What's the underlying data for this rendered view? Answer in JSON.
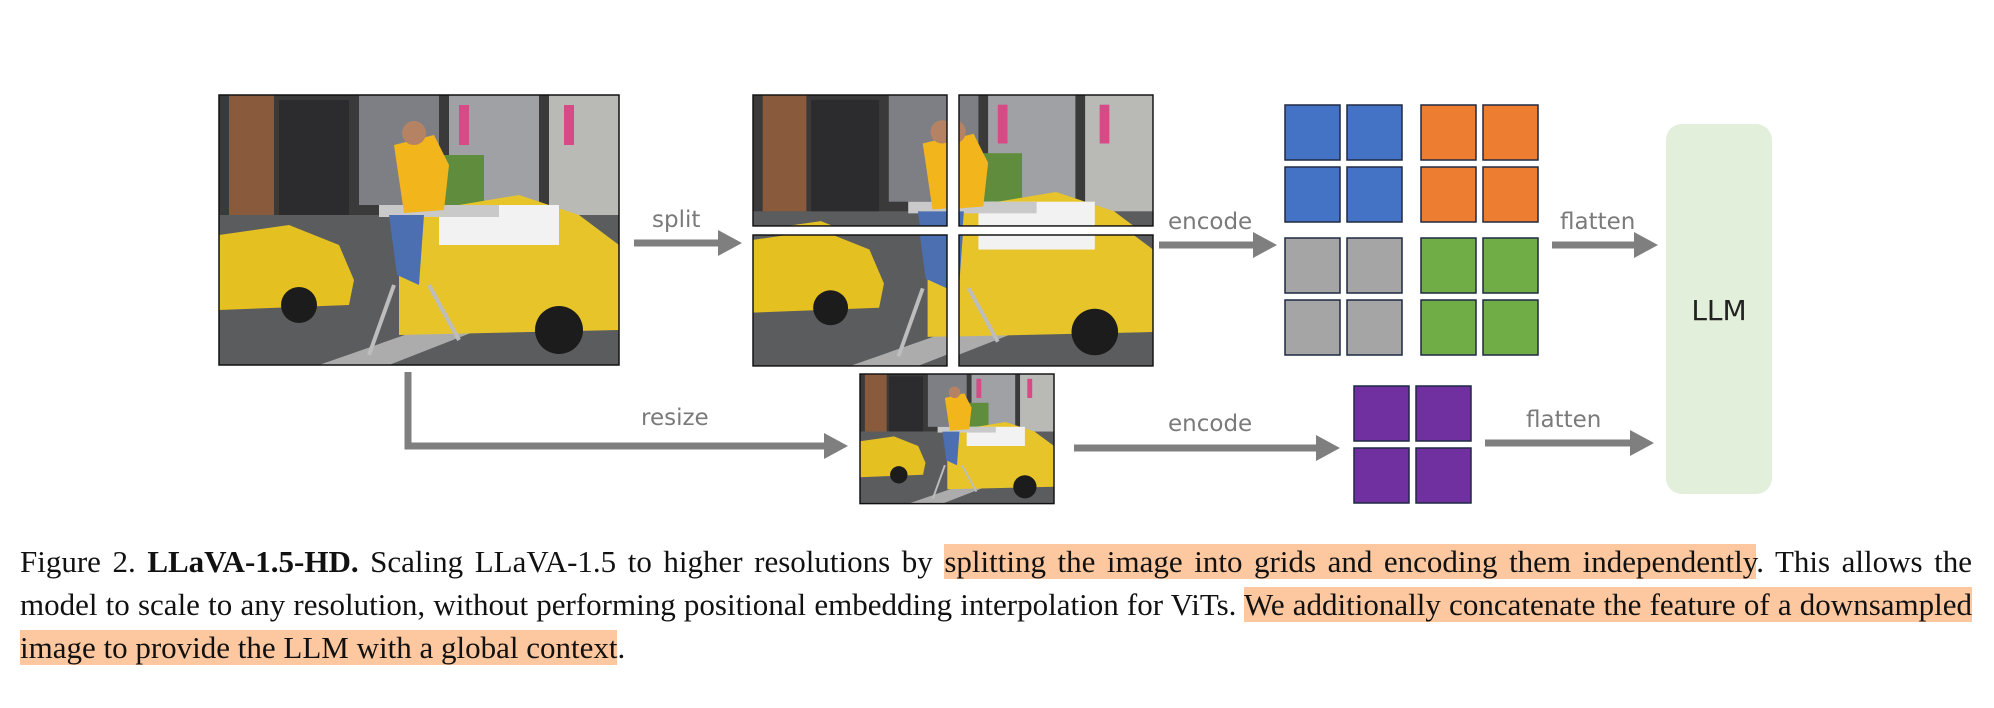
{
  "figure": {
    "labels": {
      "split": "split",
      "encode": "encode",
      "flatten": "flatten",
      "resize": "resize",
      "llm": "LLM"
    },
    "colors": {
      "grid_blue": "#4472c4",
      "grid_orange": "#ed7d31",
      "grid_gray": "#a5a5a5",
      "grid_green": "#70ad47",
      "global_purple": "#7030a0",
      "llm_box": "#e2efda",
      "arrow": "#7f7f7f"
    },
    "images": {
      "main": "photo-taxi-ironing-man",
      "crops": [
        "crop-top-left",
        "crop-top-right",
        "crop-bottom-left",
        "crop-bottom-right"
      ],
      "downsampled": "photo-taxi-downsampled"
    }
  },
  "caption": {
    "figure_number": "Figure 2.",
    "title": "LLaVA-1.5-HD.",
    "text_1": " Scaling LLaVA-1.5 to higher resolutions by ",
    "highlight_1": "splitting the image into grids and encoding them independently",
    "text_2": ". This allows the model to scale to any resolution, without performing positional embedding interpolation for ViTs. ",
    "highlight_2": "We additionally concatenate the feature of a downsampled image to provide the LLM with a global context",
    "text_3": "."
  }
}
